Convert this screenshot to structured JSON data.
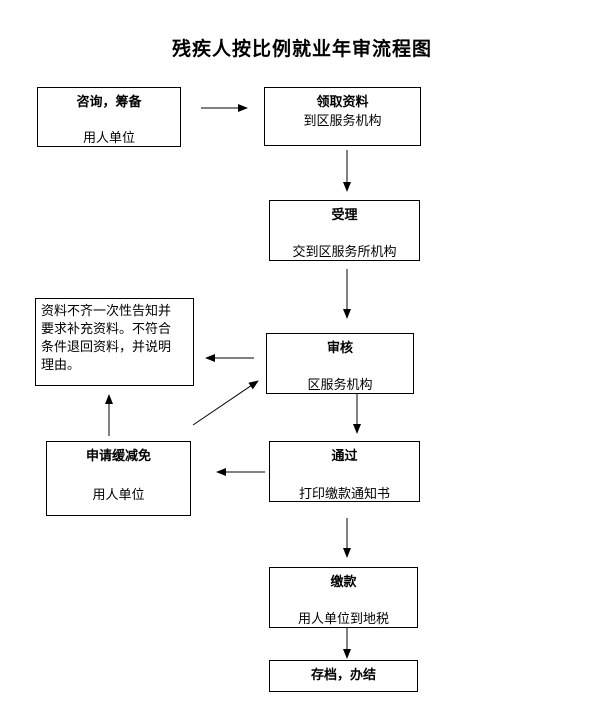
{
  "title": "残疾人按比例就业年审流程图",
  "steps": {
    "consult": {
      "title": "咨询，筹备",
      "sub": "用人单位"
    },
    "collect": {
      "title": "领取资料",
      "sub": "到区服务机构"
    },
    "accept": {
      "title": "受理",
      "sub": "交到区服务所机构"
    },
    "review": {
      "title": "审核",
      "sub": "区服务机构"
    },
    "pass": {
      "title": "通过",
      "sub": "打印缴款通知书"
    },
    "pay": {
      "title": "缴款",
      "sub": "用人单位到地税"
    },
    "archive": {
      "title": "存档，办结"
    },
    "reduce": {
      "title": "申请缓减免",
      "sub": "用人单位"
    }
  },
  "note": {
    "line1": "资料不齐一次性告知并",
    "line2": "要求补充资料。不符合",
    "line3": "条件退回资料，并说明",
    "line4": "理由。"
  }
}
